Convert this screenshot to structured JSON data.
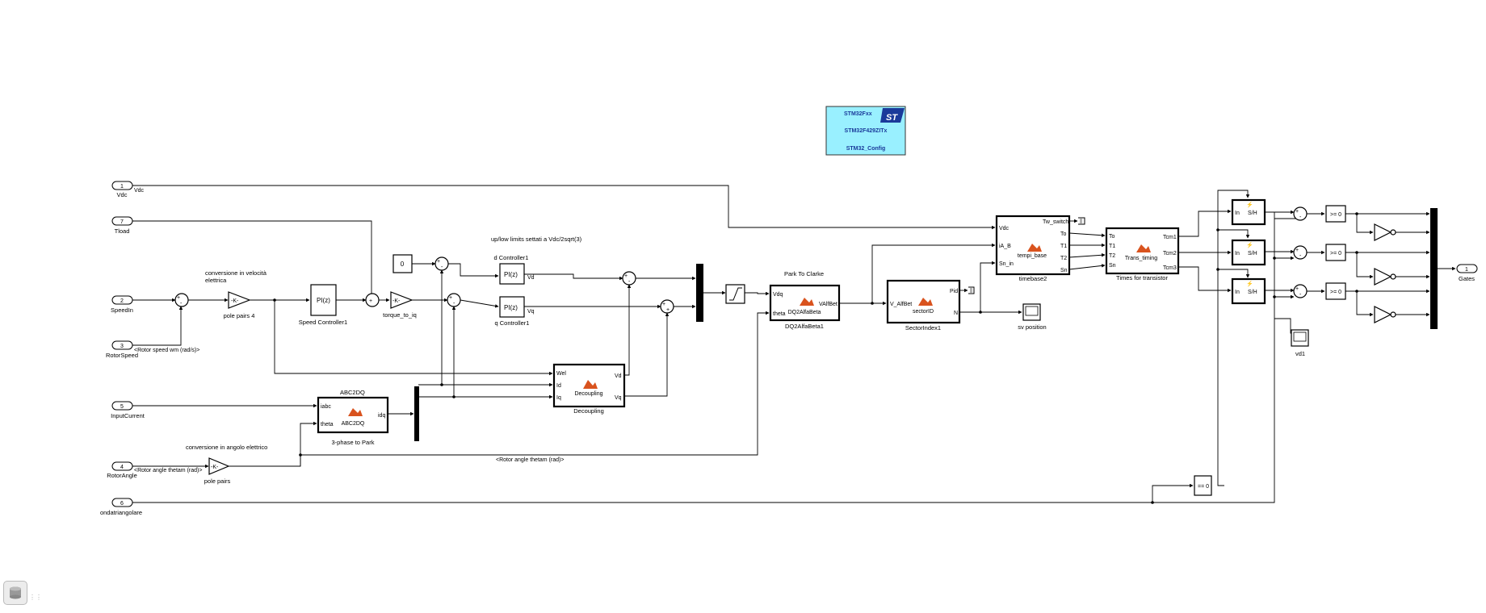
{
  "stm32": {
    "family": "STM32Fxx",
    "part": "STM32F429ZITx",
    "name": "STM32_Config",
    "logo": "ST",
    "color": "#99f0ff"
  },
  "inports": {
    "vdc": {
      "num": "1",
      "name": "Vdc",
      "signal": "Vdc"
    },
    "tload": {
      "num": "7",
      "name": "Tload"
    },
    "speedin": {
      "num": "2",
      "name": "SpeedIn"
    },
    "rotorspeed": {
      "num": "3",
      "name": "RotorSpeed",
      "signal": "<Rotor speed wm (rad/s)>"
    },
    "inputcurrent": {
      "num": "5",
      "name": "InputCurrent"
    },
    "rotorangle": {
      "num": "4",
      "name": "RotorAngle",
      "signal": "<Rotor angle thetam (rad)>"
    },
    "ondatriangolare": {
      "num": "6",
      "name": "ondatriangolare"
    }
  },
  "outport": {
    "num": "1",
    "name": "Gates"
  },
  "annotations": {
    "conv_vel": "conversione in velocità",
    "conv_vel2": "elettrica",
    "conv_ang": "conversione in angolo elettrico",
    "limits": "up/low limits settati a Vdc/2sqrt(3)",
    "park_to_clarke": "Park To Clarke",
    "abc2dq_title": "ABC2DQ",
    "d_controller": "d Controller1"
  },
  "signals": {
    "rotor_angle": "<Rotor angle thetam (rad)>"
  },
  "blocks": {
    "pole_pairs4": {
      "name": "pole pairs 4",
      "text": "-K-"
    },
    "pole_pairs": {
      "name": "pole pairs",
      "text": "-K-"
    },
    "speed_ctrl": {
      "name": "Speed Controller1",
      "text": "PI(z)"
    },
    "torque_iq": {
      "name": "torque_to_iq",
      "text": "-K-"
    },
    "const0": {
      "text": "0"
    },
    "d_ctrl": {
      "text": "PI(z)",
      "port": "Vd"
    },
    "q_ctrl": {
      "name": "q Controller1",
      "text": "PI(z)",
      "port": "Vq"
    },
    "decoupling": {
      "name": "Decoupling",
      "text": "Decoupling",
      "in": [
        "Wel",
        "Id",
        "Iq"
      ],
      "out": [
        "Vd",
        "Vq"
      ]
    },
    "abc2dq": {
      "name": "3-phase to Park",
      "text": "ABC2DQ",
      "in": [
        "iabc",
        "theta"
      ],
      "out": "idq"
    },
    "dq2alfa": {
      "name": "DQ2AlfaBeta1",
      "text": "DQ2AlfaBeta",
      "in": [
        "Vdq",
        "theta"
      ],
      "out": "VAlfBet"
    },
    "sector": {
      "name": "SectorIndex1",
      "text": "sectorID",
      "in": "V_AlfBet",
      "out": [
        "Pid",
        "N"
      ]
    },
    "timebase": {
      "name": "timebase2",
      "text": "tempi_base",
      "in": [
        "Vdc",
        "iA_B",
        "Sn_in"
      ],
      "out": [
        "Tw_switch",
        "To",
        "T1",
        "T2",
        "Sn"
      ]
    },
    "trans": {
      "name": "Times for transistor",
      "text": "Trans_timing",
      "in": [
        "To",
        "T1",
        "T2",
        "Sn"
      ],
      "out": [
        "Tcm1",
        "Tcm2",
        "Tcm3"
      ]
    },
    "sv_position": {
      "name": "sv position"
    },
    "vd1": {
      "name": "vd1"
    },
    "sh": {
      "text": "S/H",
      "in": "In"
    },
    "cmp": {
      "text": ">= 0"
    },
    "eq0": {
      "text": "== 0"
    }
  }
}
